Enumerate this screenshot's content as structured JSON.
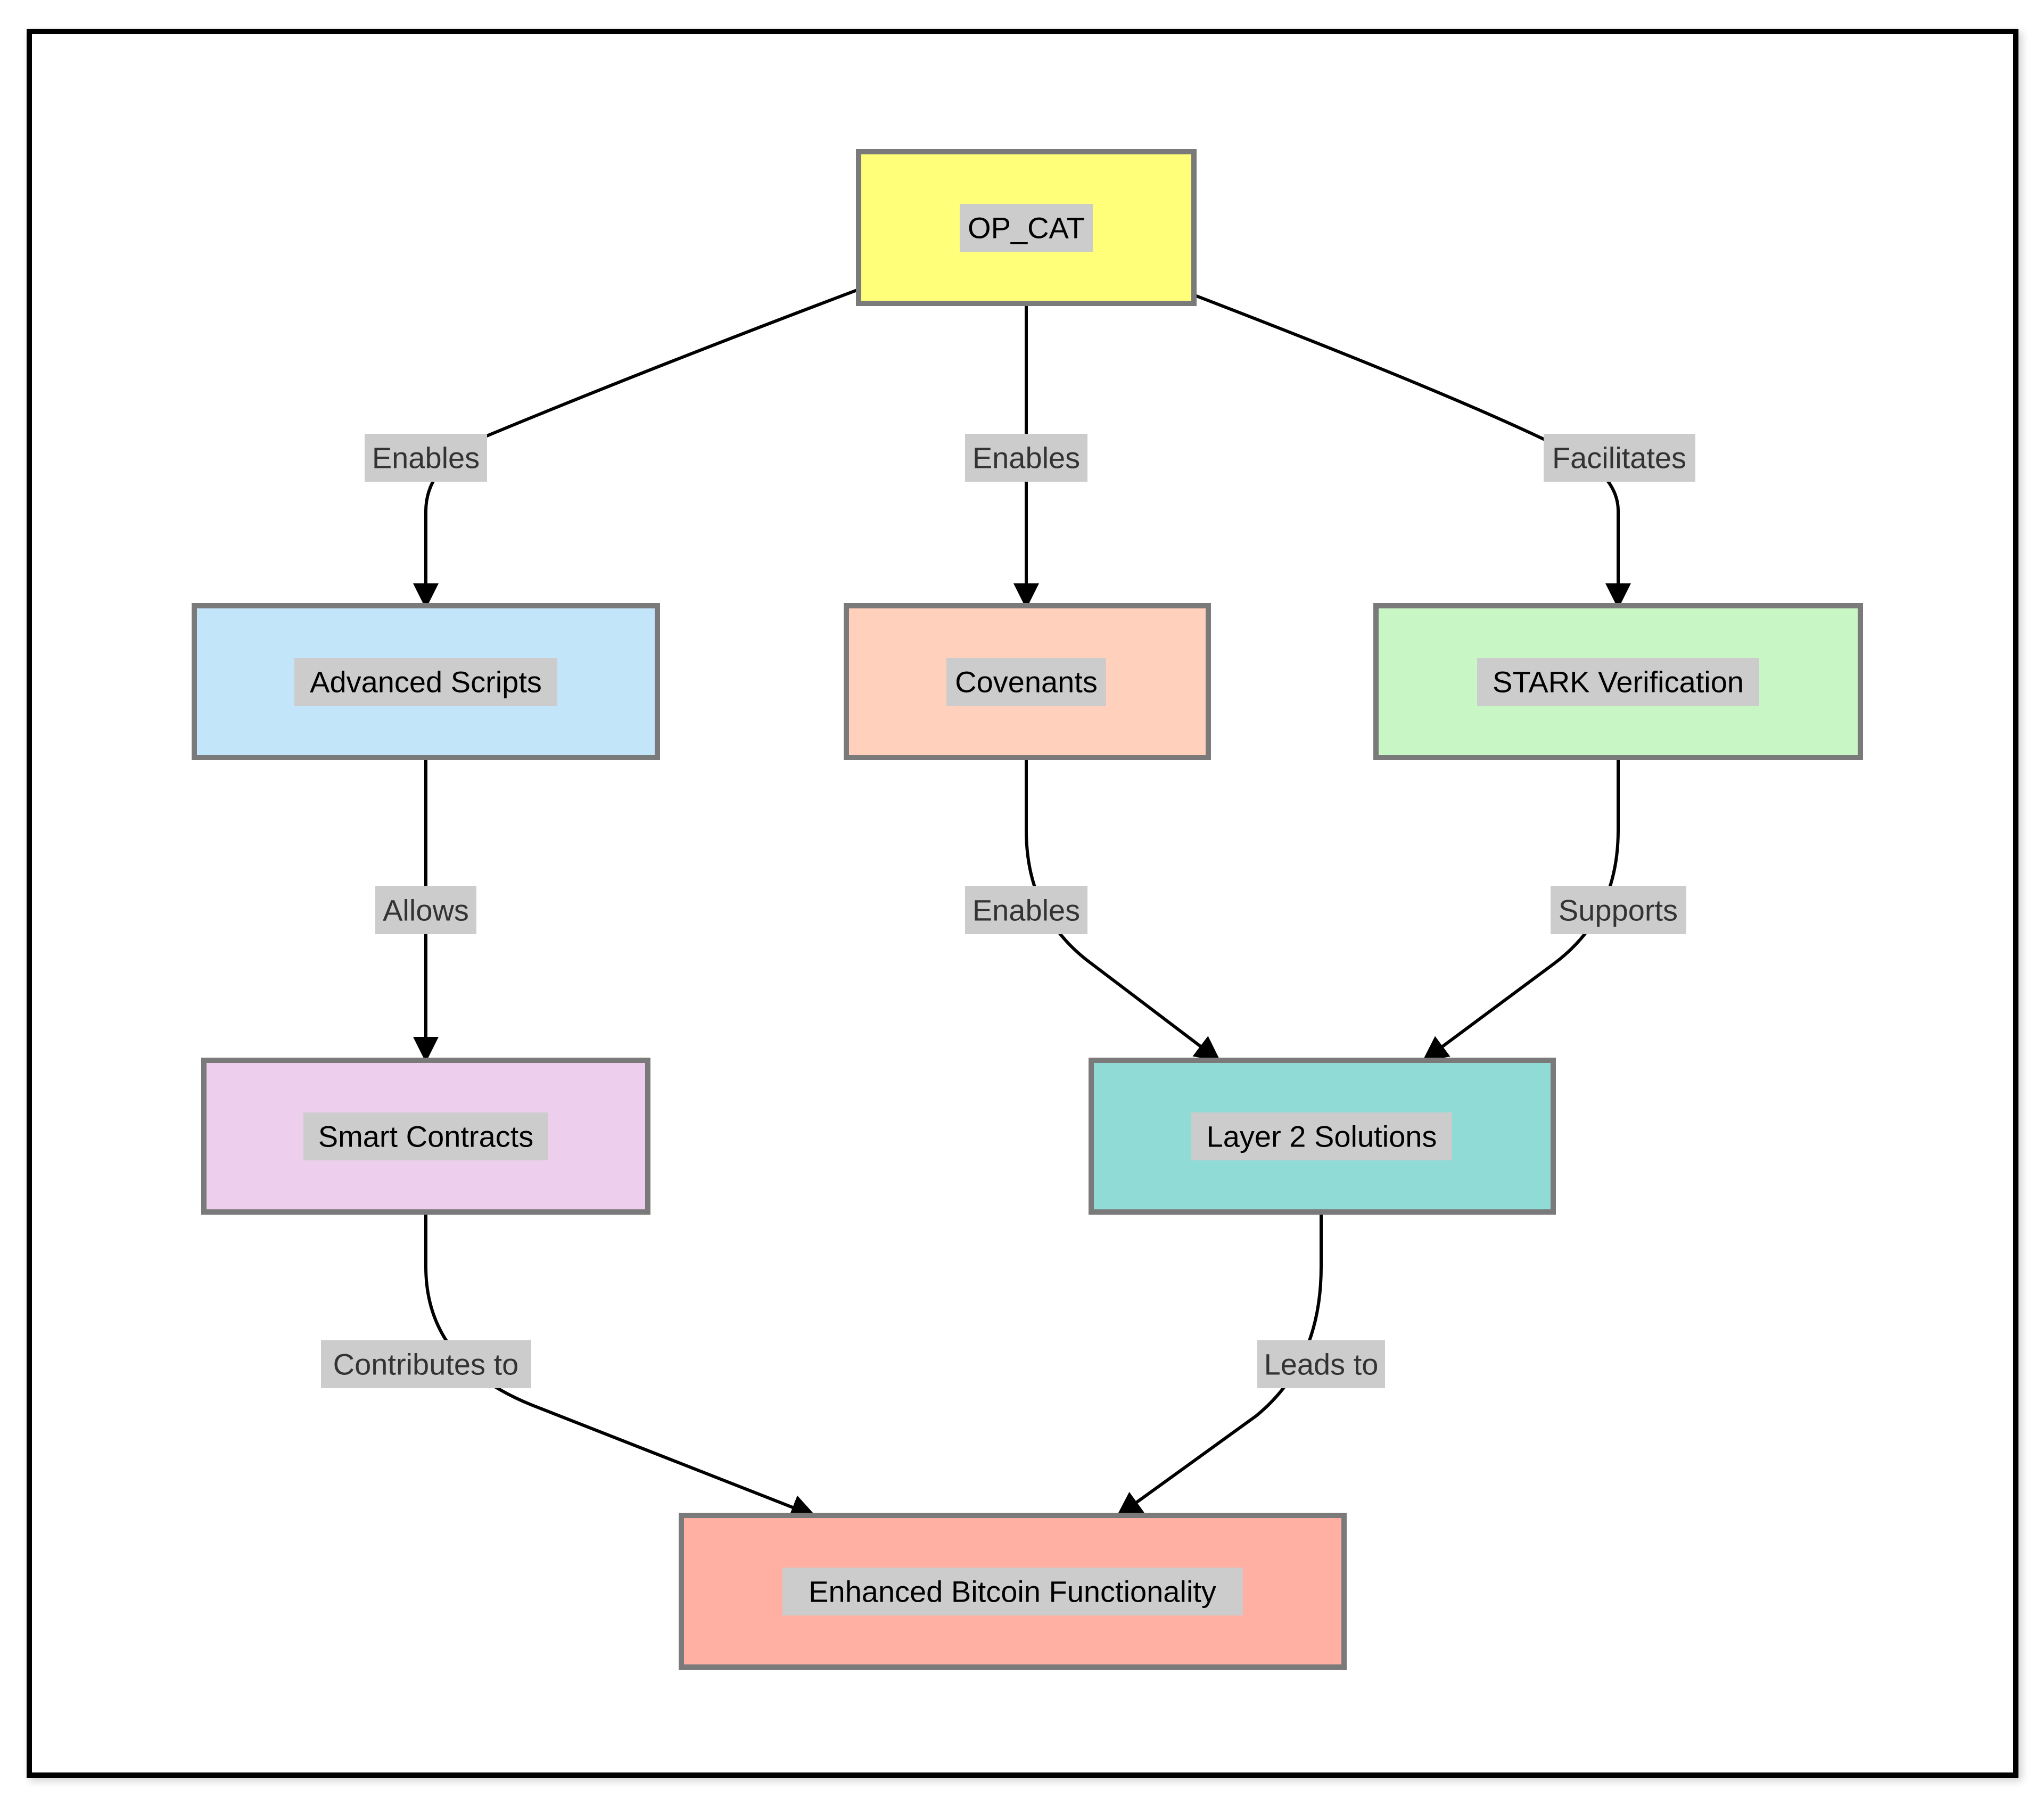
{
  "diagram": {
    "nodes": [
      {
        "id": "op_cat",
        "label": "OP_CAT",
        "fill": "#ffff7a"
      },
      {
        "id": "advanced_scripts",
        "label": "Advanced Scripts",
        "fill": "#c3e5fa"
      },
      {
        "id": "covenants",
        "label": "Covenants",
        "fill": "#ffd0bb"
      },
      {
        "id": "stark_verification",
        "label": "STARK Verification",
        "fill": "#c8f7c5"
      },
      {
        "id": "smart_contracts",
        "label": "Smart Contracts",
        "fill": "#eeceed"
      },
      {
        "id": "layer2_solutions",
        "label": "Layer 2 Solutions",
        "fill": "#90dbd6"
      },
      {
        "id": "enhanced_bitcoin",
        "label": "Enhanced Bitcoin Functionality",
        "fill": "#ffb0a3"
      }
    ],
    "edges": [
      {
        "from": "op_cat",
        "to": "advanced_scripts",
        "label": "Enables"
      },
      {
        "from": "op_cat",
        "to": "covenants",
        "label": "Enables"
      },
      {
        "from": "op_cat",
        "to": "stark_verification",
        "label": "Facilitates"
      },
      {
        "from": "advanced_scripts",
        "to": "smart_contracts",
        "label": "Allows"
      },
      {
        "from": "covenants",
        "to": "layer2_solutions",
        "label": "Enables"
      },
      {
        "from": "stark_verification",
        "to": "layer2_solutions",
        "label": "Supports"
      },
      {
        "from": "smart_contracts",
        "to": "enhanced_bitcoin",
        "label": "Contributes to"
      },
      {
        "from": "layer2_solutions",
        "to": "enhanced_bitcoin",
        "label": "Leads to"
      }
    ],
    "colors": {
      "node_border": "#7a7a7a",
      "edge": "#000000",
      "label_bg": "#cccccc",
      "frame": "#000000"
    }
  }
}
